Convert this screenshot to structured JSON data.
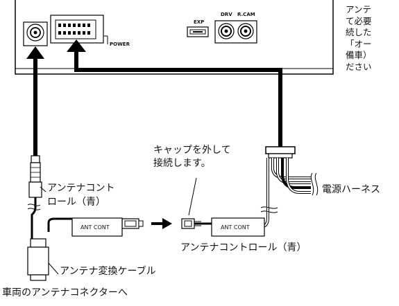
{
  "device": {
    "connector_labels": {
      "power": "POWER",
      "exp": "EXP",
      "drv": "DRV",
      "rcam": "R.CAM"
    }
  },
  "labels": {
    "cap_note_line1": "キャップを外して",
    "cap_note_line2": "接続します。",
    "antenna_control_line1": "アンテナコント",
    "antenna_control_line2": "ロール（青）",
    "power_harness": "電源ハーネス",
    "ant_cont_left": "ANT CONT",
    "ant_cont_right": "ANT CONT",
    "antenna_control_blue": "アンテナコントロール（青）",
    "antenna_cable": "アンテナ変換ケーブル",
    "to_vehicle": "車両のアンテナコネクターへ"
  },
  "side_note_lines": [
    "アンテ",
    "て必要",
    "続した",
    "「オー",
    "備車）",
    "ださい"
  ],
  "colors": {
    "line": "#000000",
    "harness_gray": "#9a9a9a"
  }
}
